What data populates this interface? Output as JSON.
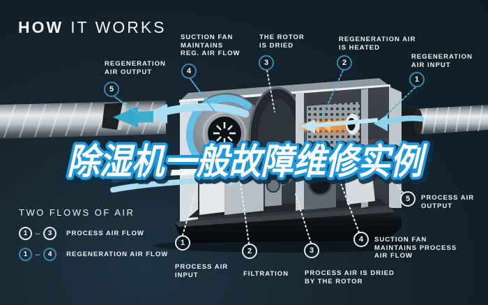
{
  "colors": {
    "bg": "#13222e",
    "accent_blue": "#3d89ad",
    "teal": "#35aacb",
    "cyan": "#a6dbf2",
    "orange": "#ef8f3a",
    "watermark_outline": "#1f98dc",
    "text": "#eef3f6"
  },
  "title": {
    "bold": "HOW",
    "light": "IT WORKS"
  },
  "watermark": {
    "text": "除湿机一般故障维修实例"
  },
  "callouts": {
    "regen_output": {
      "badge": "5",
      "lines": [
        "REGENERATION",
        "AIR OUTPUT"
      ]
    },
    "suction_reg": {
      "badge": "4",
      "lines": [
        "SUCTION FAN",
        "MAINTAINS",
        "REG. AIR FLOW"
      ]
    },
    "rotor_dried": {
      "badge": "3",
      "lines": [
        "THE ROTOR",
        "IS DRIED"
      ]
    },
    "regen_heated": {
      "badge": "2",
      "lines": [
        "REGENERATION AIR",
        "IS HEATED"
      ]
    },
    "regen_input": {
      "badge": "1",
      "lines": [
        "REGENERATION",
        "AIR INPUT"
      ]
    },
    "process_output": {
      "badge": "5",
      "lines": [
        "PROCESS AIR",
        "OUTPUT"
      ]
    },
    "suction_process": {
      "badge": "4",
      "lines": [
        "SUCTION FAN",
        "MAINTAINS PROCESS",
        "AIR FLOW"
      ]
    },
    "process_dried": {
      "badge": "3",
      "lines": [
        "PROCESS AIR IS DRIED",
        "BY THE ROTOR"
      ]
    },
    "filtration": {
      "badge": "2",
      "lines": [
        "FILTRATION"
      ]
    },
    "process_input": {
      "badge": "1",
      "lines": [
        "PROCESS AIR",
        "INPUT"
      ]
    }
  },
  "legend": {
    "title": "TWO FLOWS OF AIR",
    "rows": [
      {
        "from": "1",
        "to": "3",
        "dash": "–",
        "label": "PROCESS AIR FLOW"
      },
      {
        "from": "1",
        "to": "4",
        "dash": "–",
        "label": "REGENERATION AIR FLOW"
      }
    ]
  }
}
